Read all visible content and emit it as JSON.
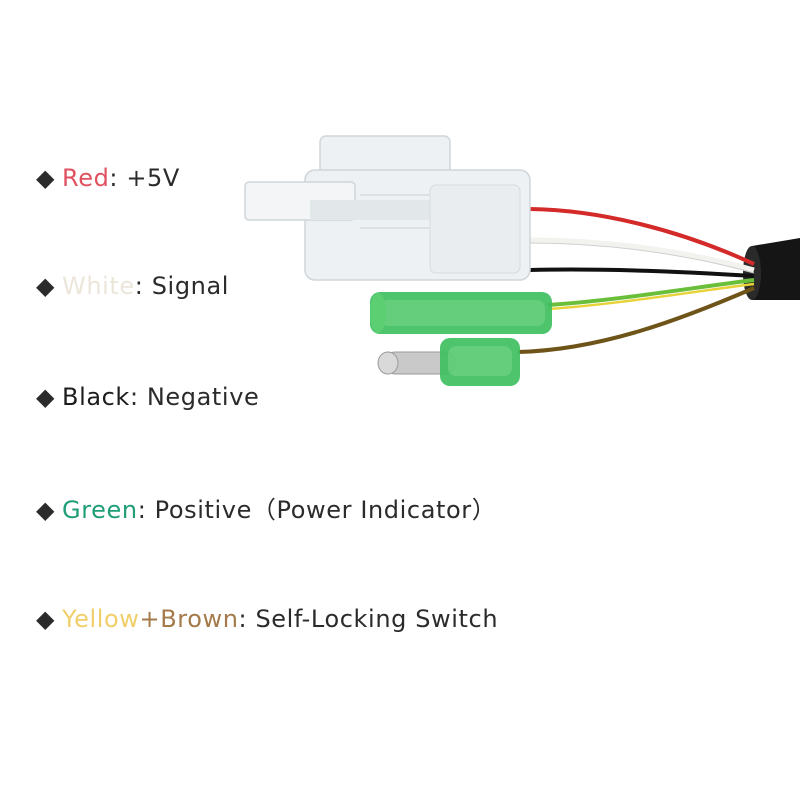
{
  "bullet": "◆",
  "legend": {
    "red": {
      "color_word": "Red",
      "separator": ": ",
      "meaning": "+5V",
      "color": "#e0525f"
    },
    "white": {
      "color_word": "White",
      "separator": ": ",
      "meaning": "Signal",
      "color": "#ece6da"
    },
    "black": {
      "color_word": "Black",
      "separator": ": ",
      "meaning": "Negative",
      "color": "#1c1c1c"
    },
    "green": {
      "color_word": "Green",
      "separator": ": ",
      "meaning": "Positive（Power Indicator）",
      "color": "#1f9e78"
    },
    "yellow_brown": {
      "color_word_1": "Yellow",
      "color_1": "#f0cf6a",
      "joiner": "+",
      "color_word_2": "Brown",
      "color_2": "#a47a4a",
      "separator": ": ",
      "meaning": "Self-Locking Switch"
    }
  },
  "colors": {
    "connector_body": "#eef1f3",
    "cable_jacket": "#151515",
    "insulator_green": "#3fbf5f",
    "wire_red": "#d42a2a",
    "wire_white": "#f2f2ee",
    "wire_black": "#111111",
    "wire_green": "#6abf3a",
    "wire_yellow": "#e8d23a",
    "wire_brown": "#6e5418"
  }
}
